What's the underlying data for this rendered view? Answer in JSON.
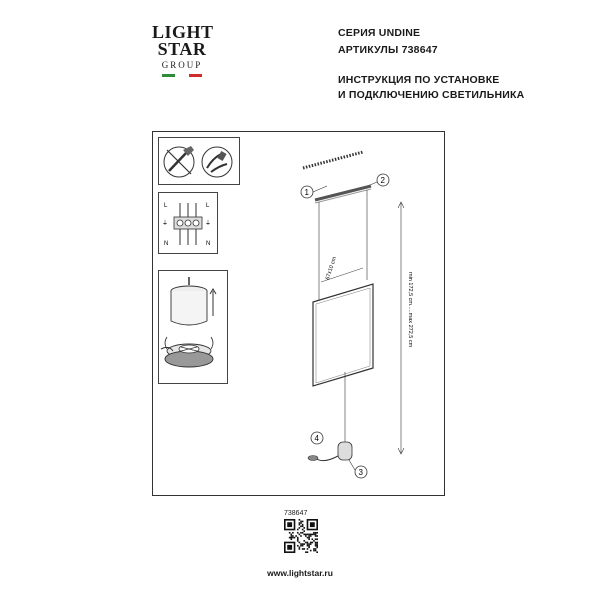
{
  "brand": {
    "logo_line1": "LIGHT",
    "logo_line2": "STAR",
    "logo_line3": "GROUP",
    "flag_colors": [
      "#2e8b3a",
      "#ffffff",
      "#d22b2b"
    ]
  },
  "header": {
    "series": "СЕРИЯ UNDINE",
    "article": "АРТИКУЛЫ 738647",
    "instruction_line1": "ИНСТРУКЦИЯ ПО УСТАНОВКЕ",
    "instruction_line2": "И ПОДКЛЮЧЕНИЮ СВЕТИЛЬНИКА"
  },
  "wiring": {
    "left_labels": [
      "L",
      "⏚",
      "N"
    ],
    "right_labels": [
      "L",
      "⏚",
      "N"
    ]
  },
  "diagram": {
    "callouts": [
      "1",
      "2",
      "3",
      "4"
    ],
    "size_label": "67x10 cm",
    "height_label": "min 172,5 cm.....max 272,5 cm"
  },
  "footer": {
    "code": "738647",
    "url": "www.lightstar.ru"
  }
}
